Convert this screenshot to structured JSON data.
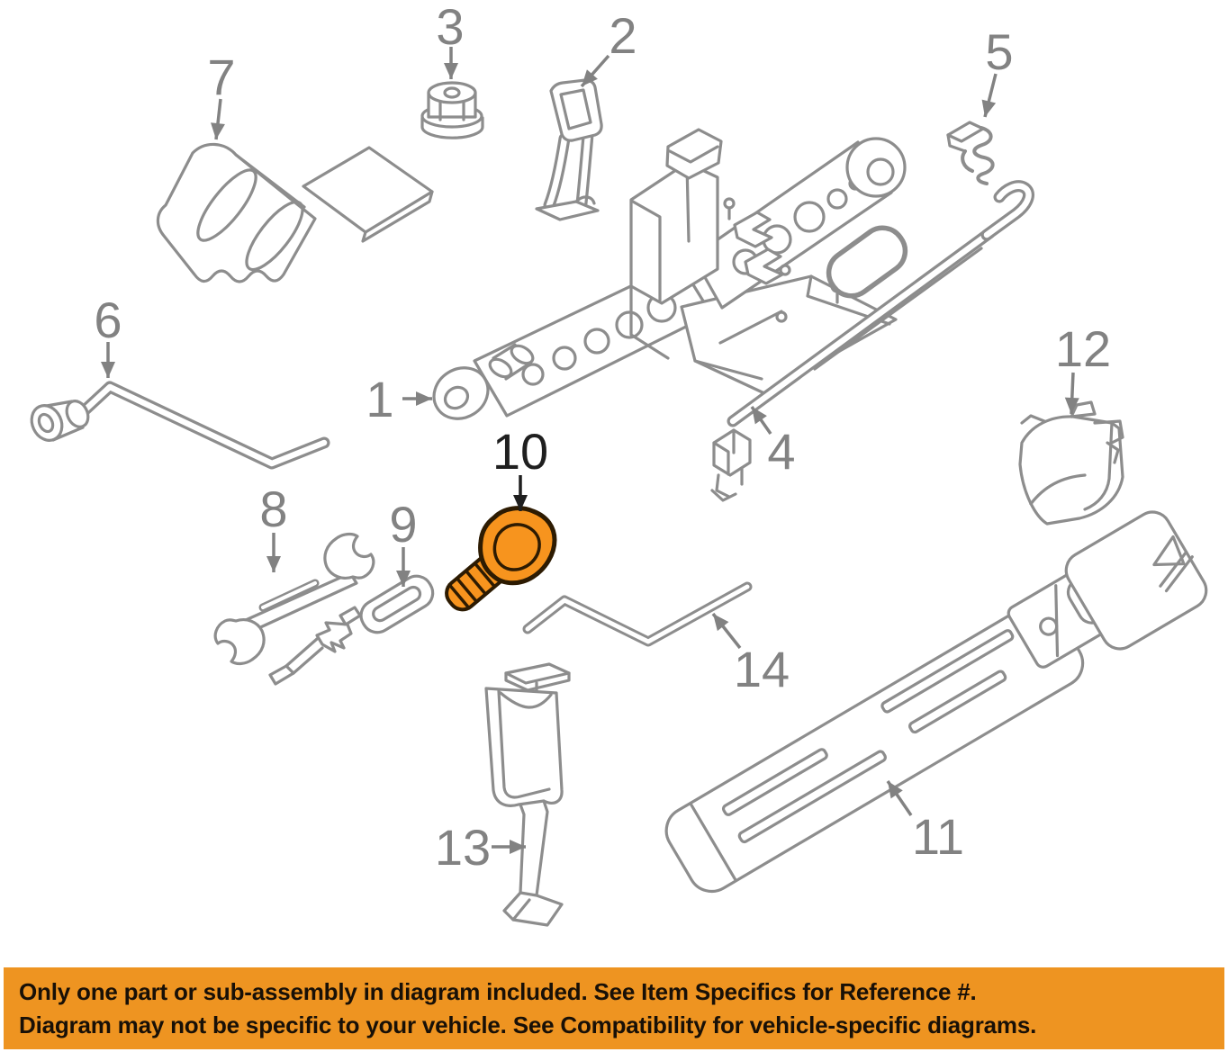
{
  "colors": {
    "line": "#8d8d8d",
    "label": "#828282",
    "highlight_label": "#1f1f1f",
    "highlight_fill": "#f7941e",
    "highlight_outline": "#2d1b02",
    "banner_bg": "#ee9421",
    "banner_text": "#181007"
  },
  "parts": [
    {
      "number": "1",
      "highlighted": false
    },
    {
      "number": "2",
      "highlighted": false
    },
    {
      "number": "3",
      "highlighted": false
    },
    {
      "number": "4",
      "highlighted": false
    },
    {
      "number": "5",
      "highlighted": false
    },
    {
      "number": "6",
      "highlighted": false
    },
    {
      "number": "7",
      "highlighted": false
    },
    {
      "number": "8",
      "highlighted": false
    },
    {
      "number": "9",
      "highlighted": false
    },
    {
      "number": "10",
      "highlighted": true
    },
    {
      "number": "11",
      "highlighted": false
    },
    {
      "number": "12",
      "highlighted": false
    },
    {
      "number": "13",
      "highlighted": false
    },
    {
      "number": "14",
      "highlighted": false
    }
  ],
  "banner": {
    "line1": "Only one part or sub-assembly in diagram included. See Item Specifics for Reference #.",
    "line2": "Diagram may not be specific to your vehicle. See Compatibility for vehicle-specific diagrams."
  }
}
